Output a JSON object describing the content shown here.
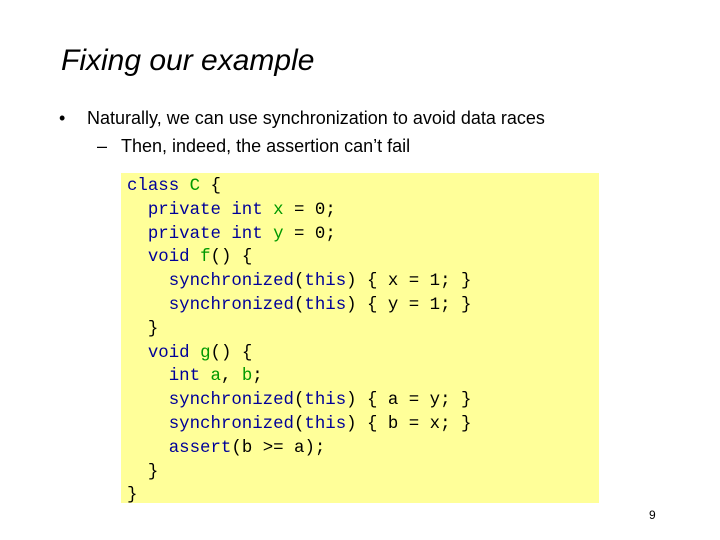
{
  "slide": {
    "title": "Fixing our example",
    "bullet": "Naturally, we can use synchronization to avoid data races",
    "bullet_marker": "•",
    "sub_bullet": "Then, indeed, the assertion can’t fail",
    "sub_marker": "–",
    "page_number": "9"
  },
  "code": {
    "background": "#ffff99",
    "keyword_color": "#000099",
    "identifier_color": "#009900",
    "lines": [
      "class C {",
      "  private int x = 0;",
      "  private int y = 0;",
      "  void f() {",
      "    synchronized(this) { x = 1; }",
      "    synchronized(this) { y = 1; }",
      "  }",
      "  void g() {",
      "    int a, b;",
      "    synchronized(this) { a = y; }",
      "    synchronized(this) { b = x; }",
      "    assert(b >= a);",
      "  }",
      "}"
    ]
  }
}
